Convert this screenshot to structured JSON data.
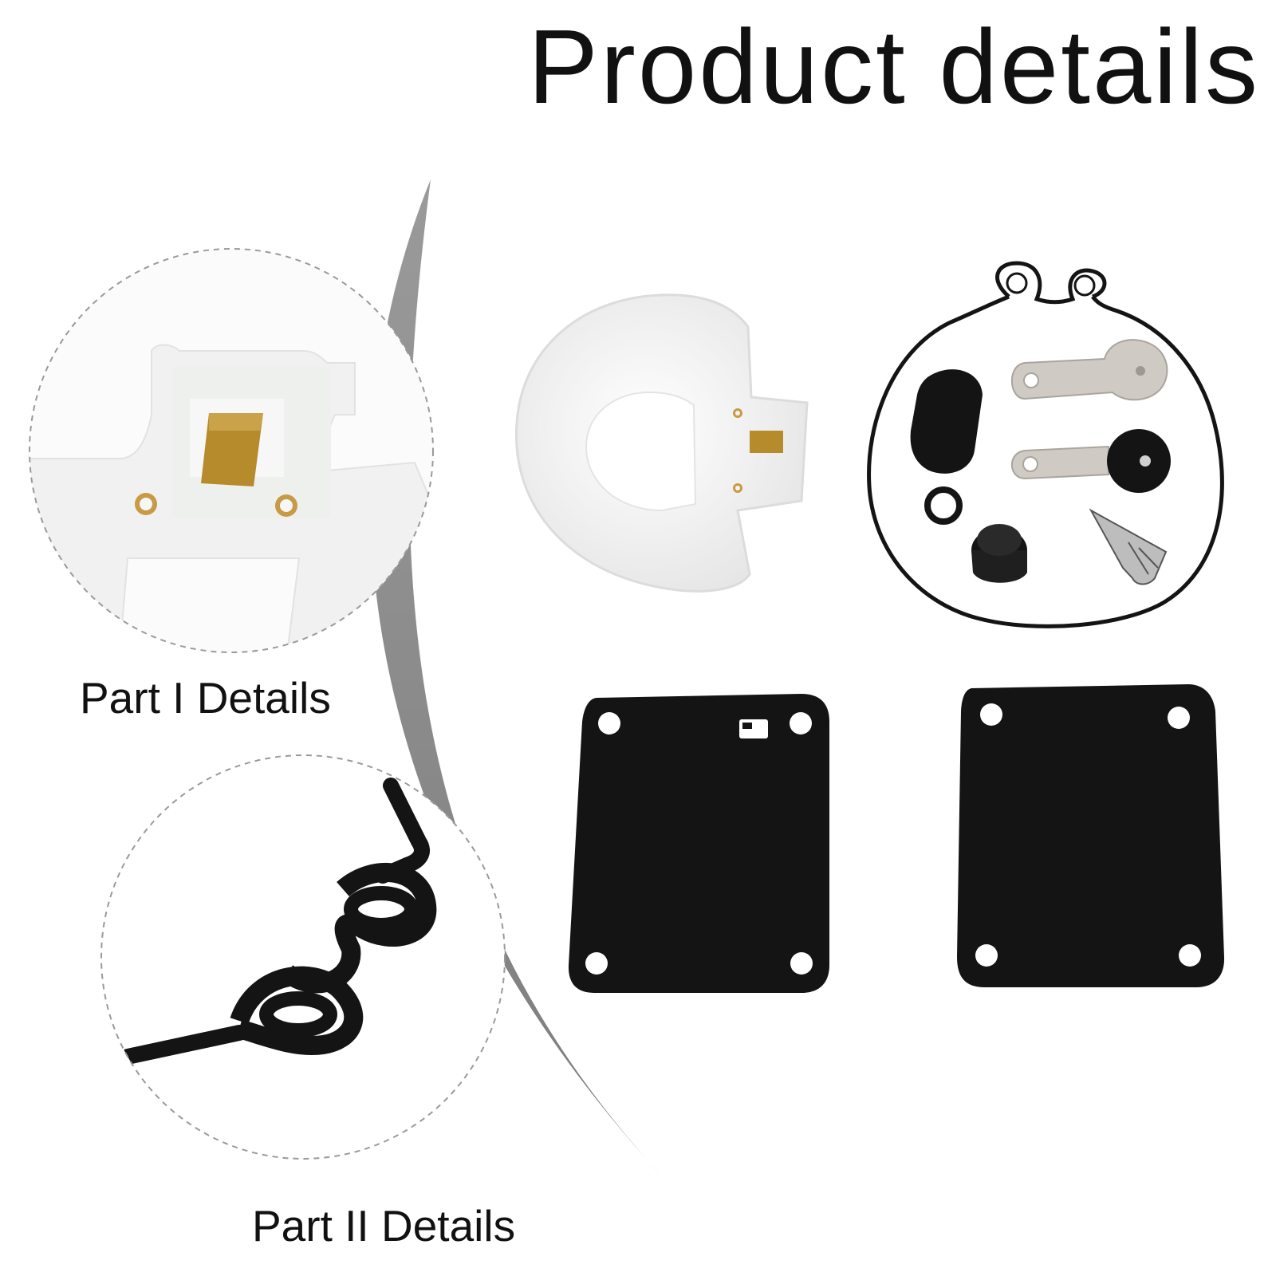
{
  "page": {
    "title": "Product details"
  },
  "detail_callouts": [
    {
      "label": "Part I Details"
    },
    {
      "label": "Part II Details"
    }
  ],
  "colors": {
    "background": "#ffffff",
    "swoosh": "#8c8c8c",
    "gasket_black": "#141414",
    "float_white": "#f4f4f4",
    "brass": "#b8902e",
    "steel": "#cfcac4",
    "dashed_outline": "#9a9a9a"
  },
  "icons": [
    "float-part-icon",
    "carburetor-gasket-icon",
    "diaphragm-gasket-icon"
  ]
}
